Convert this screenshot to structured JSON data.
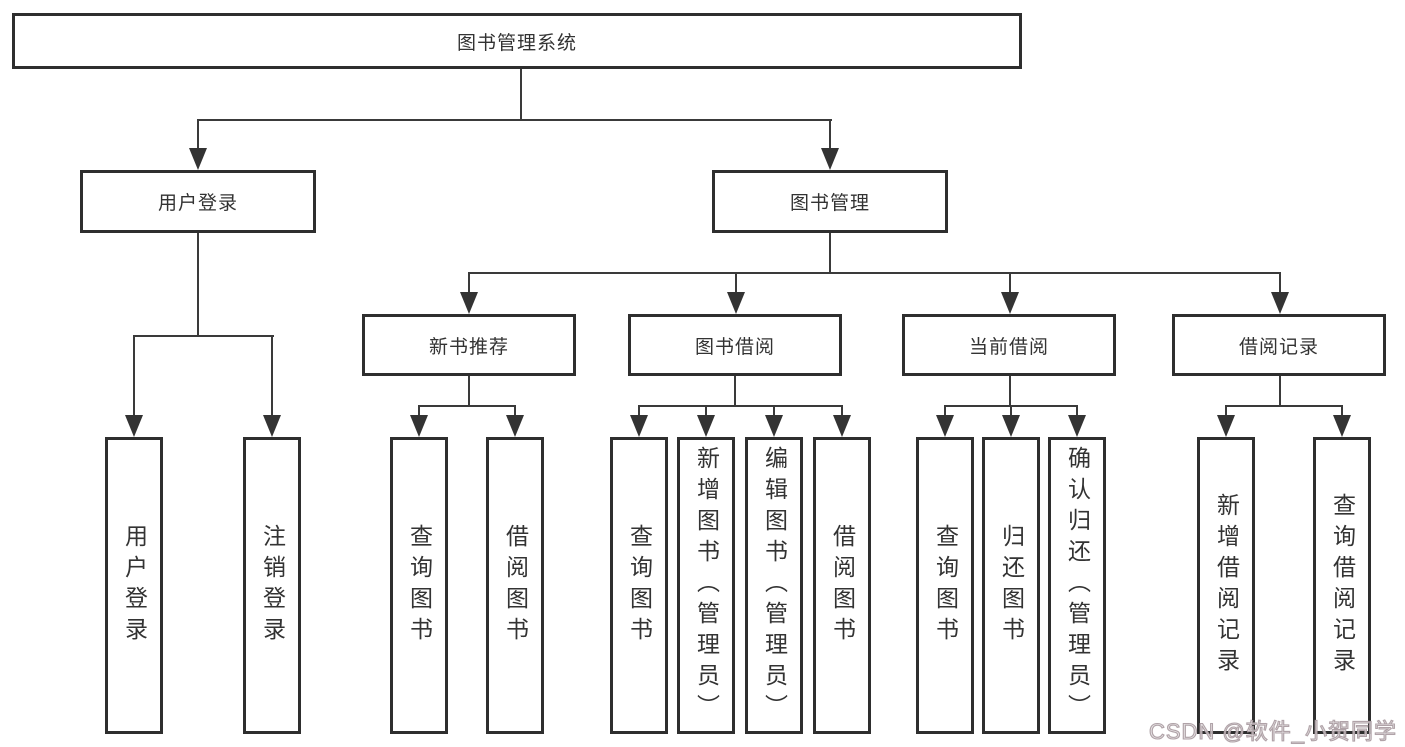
{
  "colors": {
    "background": "#ffffff",
    "box_border": "#2e2e2e",
    "line": "#3a3a3a",
    "text": "#333333",
    "watermark": "#ac9ea3"
  },
  "tree": {
    "root": {
      "label": "图书管理系统"
    },
    "branches": [
      {
        "label": "用户登录",
        "leaves": [
          {
            "label": "用户登录"
          },
          {
            "label": "注销登录"
          }
        ]
      },
      {
        "label": "图书管理",
        "groups": [
          {
            "label": "新书推荐",
            "leaves": [
              {
                "label": "查询图书"
              },
              {
                "label": "借阅图书"
              }
            ]
          },
          {
            "label": "图书借阅",
            "leaves": [
              {
                "label": "查询图书"
              },
              {
                "label": "新增图书（管理员）"
              },
              {
                "label": "编辑图书（管理员）"
              },
              {
                "label": "借阅图书"
              }
            ]
          },
          {
            "label": "当前借阅",
            "leaves": [
              {
                "label": "查询图书"
              },
              {
                "label": "归还图书"
              },
              {
                "label": "确认归还（管理员）"
              }
            ]
          },
          {
            "label": "借阅记录",
            "leaves": [
              {
                "label": "新增借阅记录"
              },
              {
                "label": "查询借阅记录"
              }
            ]
          }
        ]
      }
    ]
  },
  "watermark": {
    "text": "CSDN @软件_小贺同学"
  }
}
